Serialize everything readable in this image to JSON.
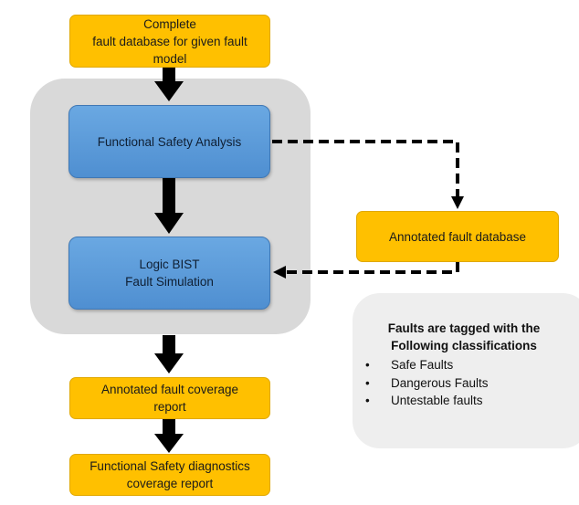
{
  "nodes": {
    "fault_database": {
      "lines": [
        "Complete",
        "fault database for given fault",
        "model"
      ]
    },
    "fsa": {
      "lines": [
        "Functional Safety Analysis"
      ]
    },
    "lbist": {
      "lines": [
        "Logic BIST",
        "Fault Simulation"
      ]
    },
    "annotated_db": {
      "lines": [
        "Annotated fault database"
      ]
    },
    "coverage_report": {
      "lines": [
        "Annotated fault coverage",
        "report"
      ]
    },
    "diag_report": {
      "lines": [
        "Functional Safety diagnostics",
        "coverage report"
      ]
    }
  },
  "note": {
    "title_lines": [
      "Faults are tagged with the",
      "Following classifications"
    ],
    "bullet_symbol": "•",
    "items": [
      "Safe Faults",
      "Dangerous Faults",
      "Untestable faults"
    ]
  },
  "colors": {
    "orange": "#ffc000",
    "blue": "#5b9bd5",
    "panel_gray": "#d9d9d9",
    "note_gray": "#eeeeee",
    "arrow": "#000000"
  }
}
